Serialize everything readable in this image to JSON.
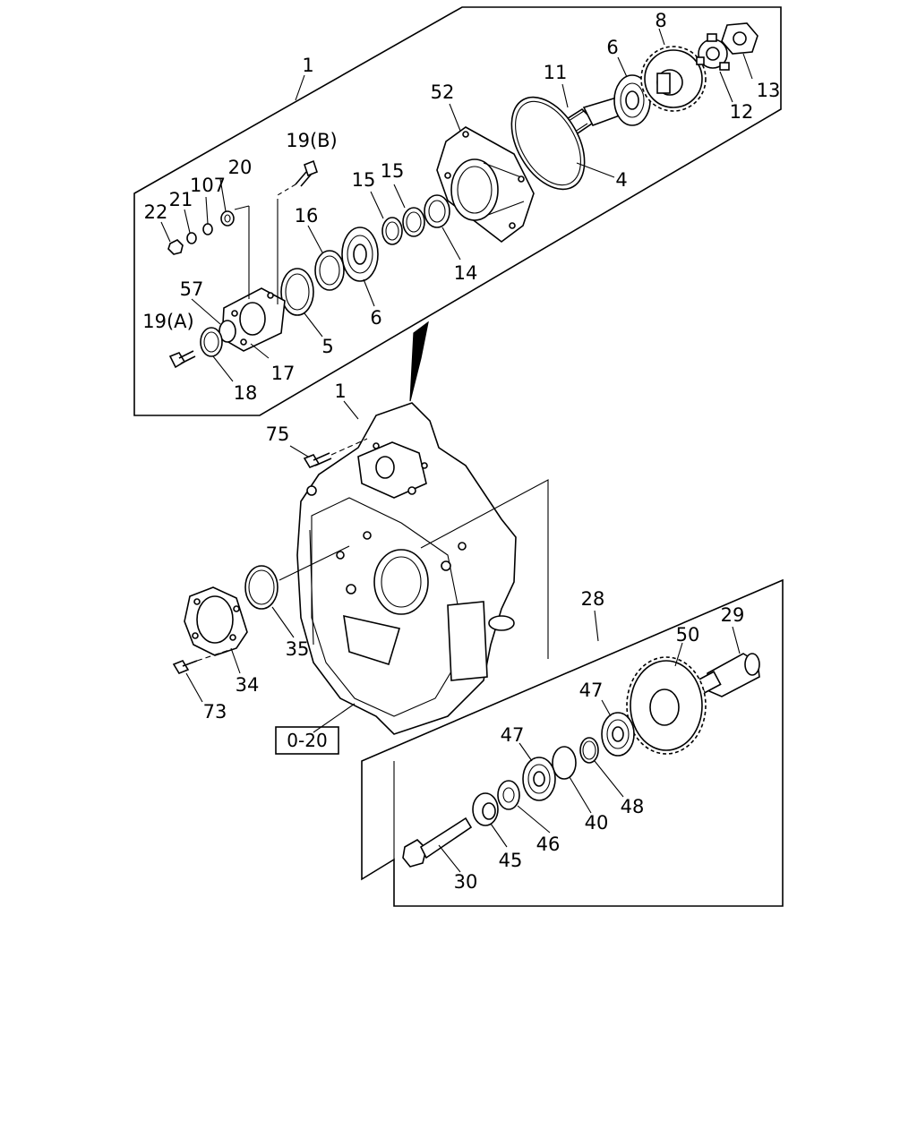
{
  "labels": {
    "l1_top": "1",
    "l8": "8",
    "l6_top": "6",
    "l11": "11",
    "l52": "52",
    "l13": "13",
    "l12": "12",
    "l4": "4",
    "l19b": "19(B)",
    "l20": "20",
    "l107": "107",
    "l21": "21",
    "l22": "22",
    "l15a": "15",
    "l15b": "15",
    "l16": "16",
    "l14": "14",
    "l6_mid": "6",
    "l5": "5",
    "l57": "57",
    "l19a": "19(A)",
    "l17": "17",
    "l18": "18",
    "l1_mid": "1",
    "l75": "75",
    "l35": "35",
    "l34": "34",
    "l73": "73",
    "l28": "28",
    "l29": "29",
    "l50": "50",
    "l47a": "47",
    "l47b": "47",
    "l48": "48",
    "l40": "40",
    "l46": "46",
    "l45": "45",
    "l30": "30"
  },
  "reference_box": "0-20"
}
